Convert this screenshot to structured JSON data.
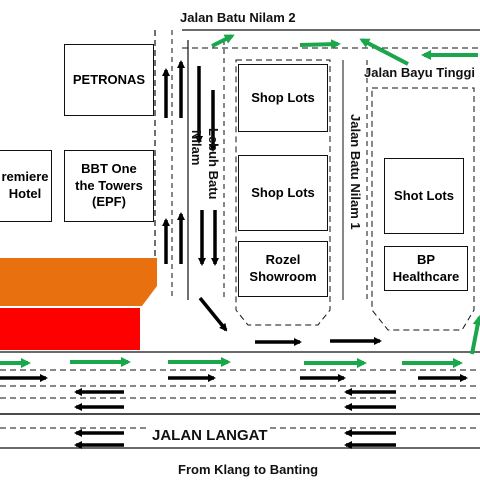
{
  "roads": {
    "top": "Jalan Batu Nilam 2",
    "right_top": "Jalan Bayu Tinggi",
    "lebuh_line1": "Lebuh Batu",
    "lebuh_line2": "Nilam",
    "batu_nilam_1": "Jalan Batu Nilam 1",
    "main": "JALAN LANGAT"
  },
  "buildings": {
    "petronas": "PETRONAS",
    "premiere_line1": "remiere",
    "premiere_line2": "Hotel",
    "bbt_line1": "BBT One",
    "bbt_line2": "the Towers",
    "bbt_line3": "(EPF)",
    "shop_lots_1": "Shop Lots",
    "shop_lots_2": "Shop Lots",
    "rozel_line1": "Rozel",
    "rozel_line2": "Showroom",
    "shot_lots": "Shot Lots",
    "bp_line1": "BP",
    "bp_line2": "Healthcare"
  },
  "footer": "From Klang to Banting",
  "colors": {
    "flow_arrow": "#1aa64a",
    "traffic_arrow": "#000000",
    "orange_block": "#e8700e",
    "red_block": "#ff0000"
  }
}
